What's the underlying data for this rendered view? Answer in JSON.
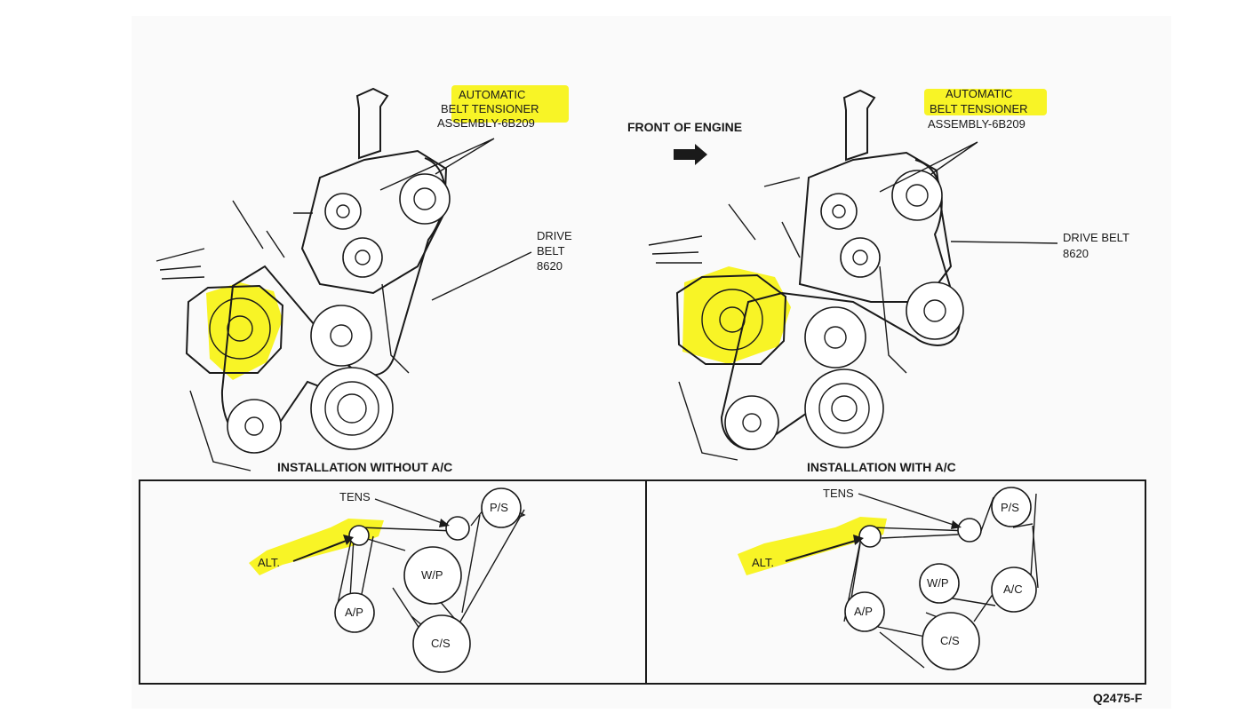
{
  "left_view": {
    "tensioner_label": [
      "AUTOMATIC",
      "BELT TENSIONER",
      "ASSEMBLY-6B209"
    ],
    "belt_label": [
      "DRIVE",
      "BELT",
      "8620"
    ],
    "caption": "INSTALLATION WITHOUT A/C"
  },
  "right_view": {
    "tensioner_label": [
      "AUTOMATIC",
      "BELT TENSIONER",
      "ASSEMBLY-6B209"
    ],
    "belt_label": [
      "DRIVE BELT",
      "8620"
    ],
    "caption": "INSTALLATION WITH A/C"
  },
  "front_label": "FRONT OF ENGINE",
  "left_routing": {
    "tens": "TENS",
    "alt": "ALT.",
    "pulleys": [
      "P/S",
      "W/P",
      "A/P",
      "C/S"
    ]
  },
  "right_routing": {
    "tens": "TENS",
    "alt": "ALT.",
    "pulleys": [
      "P/S",
      "W/P",
      "A/C",
      "A/P",
      "C/S"
    ]
  },
  "figure_id": "Q2475-F",
  "colors": {
    "highlight": "#f7f200",
    "ink": "#1a1a1a",
    "paper": "#ffffff"
  }
}
